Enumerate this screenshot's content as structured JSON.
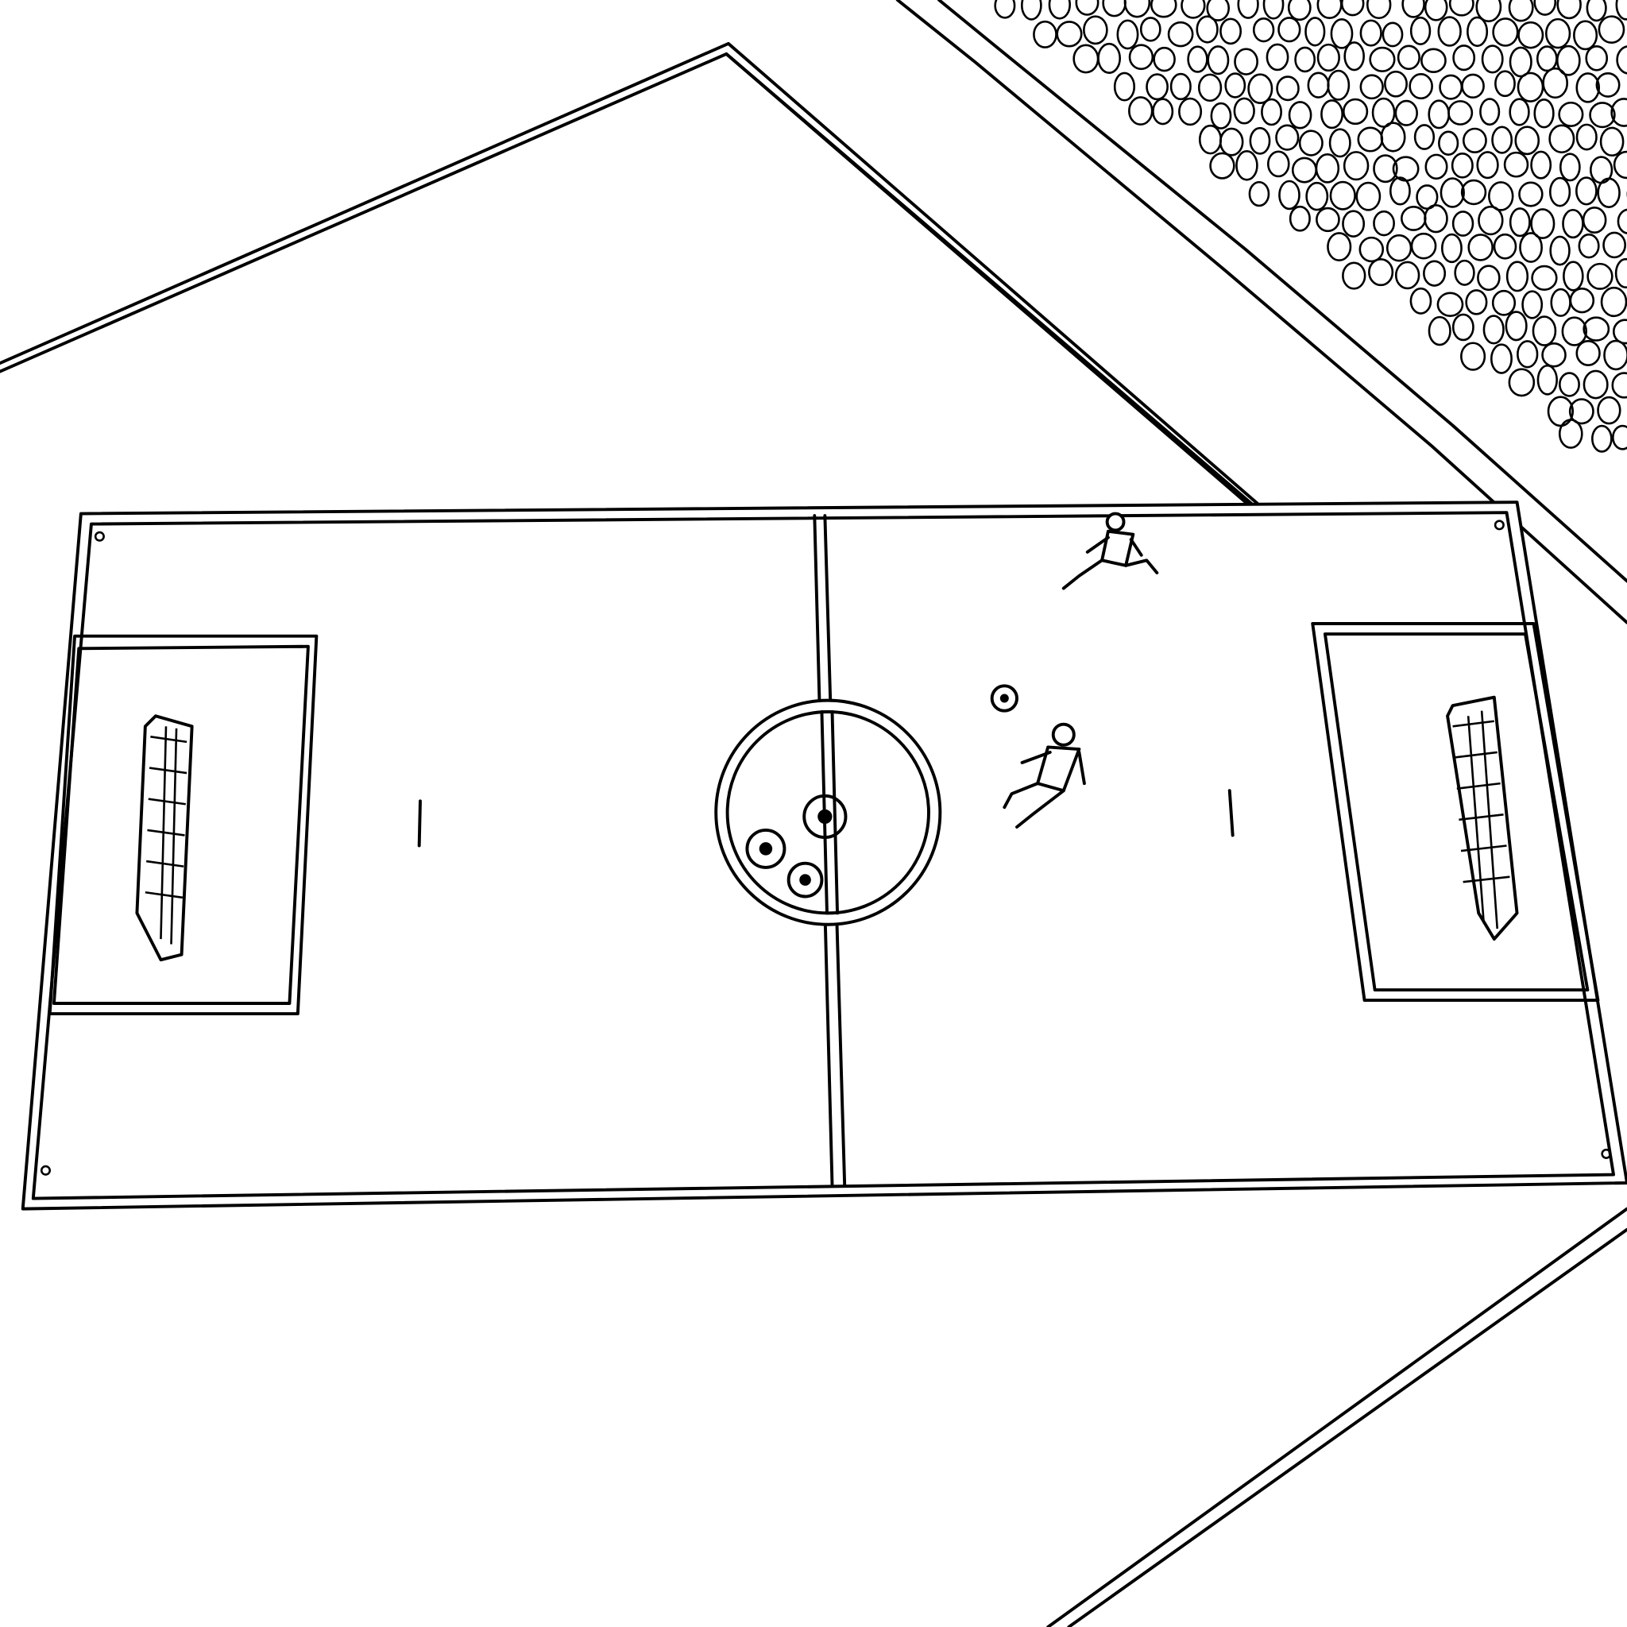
{
  "scene": {
    "subject": "soccer-pitch-line-art",
    "colors": {
      "line": "#000000",
      "background": "#ffffff"
    },
    "balls_count": 4,
    "players_count": 2
  }
}
